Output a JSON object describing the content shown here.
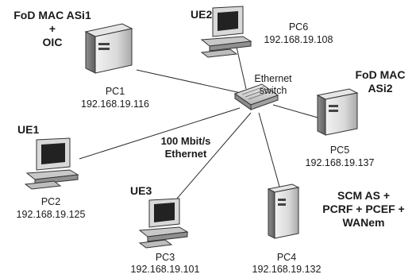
{
  "switch": {
    "label_line1": "Ethernet",
    "label_line2": "switch"
  },
  "link_label": {
    "line1": "100 Mbit/s",
    "line2": "Ethernet"
  },
  "nodes": {
    "pc1": {
      "role_line1": "FoD MAC ASi1",
      "role_line2": "+",
      "role_line3": "OIC",
      "name": "PC1",
      "ip": "192.168.19.116",
      "type": "server"
    },
    "pc6": {
      "role_line1": "UE2",
      "name": "PC6",
      "ip": "192.168.19.108",
      "type": "desktop"
    },
    "pc5": {
      "role_line1": "FoD MAC",
      "role_line2": "ASi2",
      "name": "PC5",
      "ip": "192.168.19.137",
      "type": "server"
    },
    "pc2": {
      "role_line1": "UE1",
      "name": "PC2",
      "ip": "192.168.19.125",
      "type": "desktop"
    },
    "pc3": {
      "role_line1": "UE3",
      "name": "PC3",
      "ip": "192.168.19.101",
      "type": "desktop"
    },
    "pc4": {
      "role_line1": "SCM AS +",
      "role_line2": "PCRF + PCEF +",
      "role_line3": "WANem",
      "name": "PC4",
      "ip": "192.168.19.132",
      "type": "server"
    }
  }
}
